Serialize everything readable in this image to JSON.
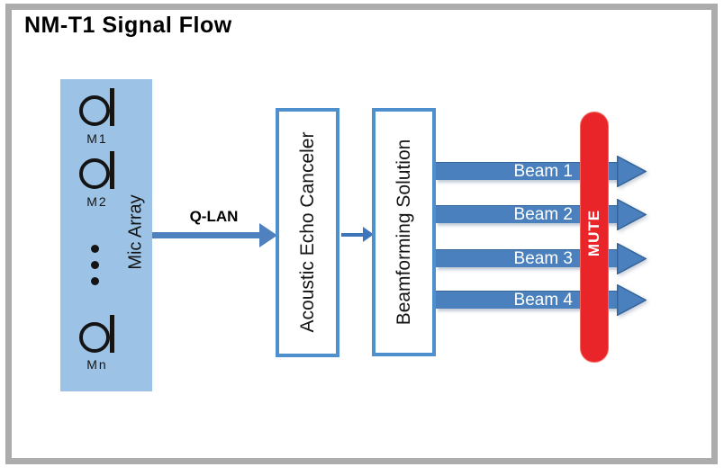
{
  "title": "NM-T1 Signal Flow",
  "mic_array": {
    "label": "Mic Array",
    "mic_labels": [
      "M1",
      "M2",
      "Mn"
    ]
  },
  "qlan": {
    "label": "Q-LAN"
  },
  "blocks": {
    "aec": "Acoustic Echo Canceler",
    "beamforming": "Beamforming Solution"
  },
  "beams": [
    {
      "label": "Beam 1"
    },
    {
      "label": "Beam 2"
    },
    {
      "label": "Beam 3"
    },
    {
      "label": "Beam 4"
    }
  ],
  "mute": {
    "label": "MUTE"
  },
  "colors": {
    "mic_array_fill": "#9CC3E6",
    "box_border_blue": "#4E90CD",
    "arrow_blue": "#4E81BD",
    "beam_fill": "#4A80BD",
    "beam_outline": "#35649B",
    "mute_red": "#E9252A",
    "frame_border_gray": "#ACACAC",
    "beam_text": "#FFFFFF",
    "text_black": "#000000"
  }
}
